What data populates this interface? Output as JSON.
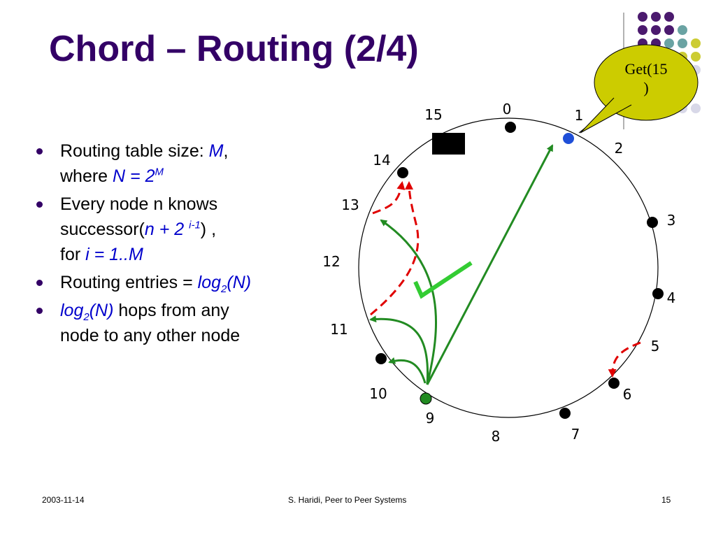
{
  "slide": {
    "title": "Chord – Routing (2/4)",
    "bullets": [
      {
        "text": "Routing table size: ",
        "m": "M",
        "after": ",",
        "line2_prefix": "where ",
        "formula": "N = 2",
        "sup": "M"
      },
      {
        "line1": "Every node n knows",
        "line2_prefix": "successor(",
        "formula": "n + 2 ",
        "sup": "i-1",
        "line2_suffix": ") ,",
        "line3_prefix": "for ",
        "line3_formula": "i = 1..M"
      },
      {
        "text": "Routing entries = ",
        "f1": "log",
        "sub": "2",
        "f2": "(N)"
      },
      {
        "f1": "log",
        "sub": "2",
        "f2": "(N)",
        "text": " hops from any",
        "line2": "node to any other node"
      }
    ]
  },
  "diagram": {
    "node_labels": [
      "0",
      "1",
      "2",
      "3",
      "4",
      "5",
      "6",
      "7",
      "8",
      "9",
      "10",
      "11",
      "12",
      "13",
      "14",
      "15"
    ],
    "callout": {
      "line1": "Get(15",
      "line2": ")"
    },
    "colors": {
      "solid_arrow": "#228b22",
      "dashed_arrow": "#e00000",
      "start_node": "#228b22",
      "target_node": "#1f4fd8",
      "callout_fill": "#cccc00",
      "check": "#33cc33"
    }
  },
  "footer": {
    "date": "2003-11-14",
    "center": "S. Haridi, Peer to Peer Systems",
    "page": "15"
  },
  "theme": {
    "title_color": "#330066",
    "dot_purple": "#4b1a6e",
    "dot_teal": "#6aa3a3",
    "dot_yellow": "#cccc33",
    "dot_lavender": "#d8d8e8"
  }
}
